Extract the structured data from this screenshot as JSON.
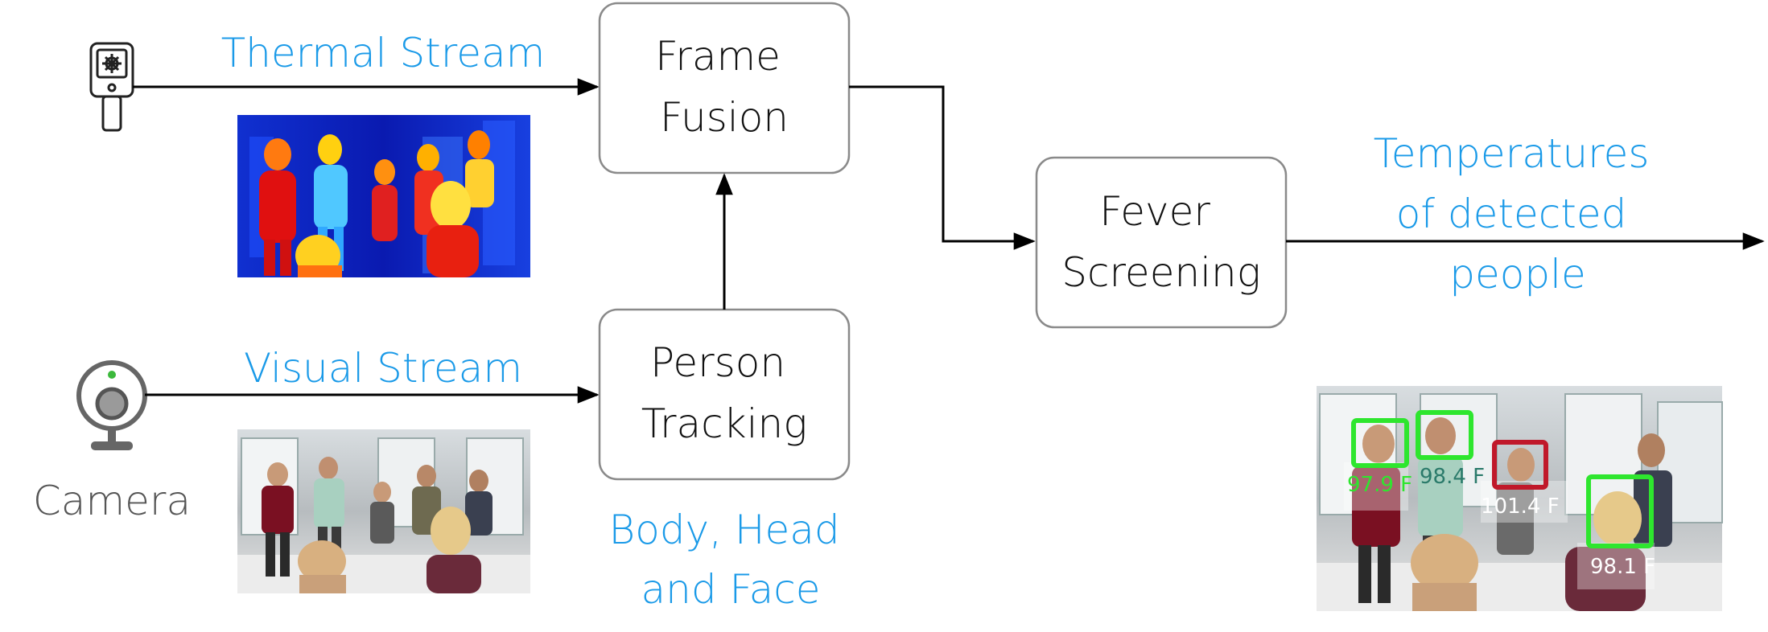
{
  "colors": {
    "accent_blue": "#1a9ae8",
    "box_stroke": "#8a8a8a",
    "arrow": "#000000",
    "gray_text": "#555555",
    "healthy_box": "#2ee62e",
    "fever_box": "#c0182a"
  },
  "diagram": {
    "nodes": {
      "frame_fusion": [
        "Frame",
        "Fusion"
      ],
      "person_tracking": [
        "Person",
        "Tracking"
      ],
      "fever_screening": [
        "Fever",
        "Screening"
      ]
    },
    "edges": {
      "thermal_stream": "Thermal Stream",
      "visual_stream": "Visual Stream",
      "tracking_outputs": [
        "Body, Head",
        "and Face"
      ],
      "output": [
        "Temperatures",
        "of detected",
        "people"
      ]
    },
    "sources": {
      "thermal_camera_icon": "thermal-camera-icon",
      "webcam_icon": "webcam-icon",
      "camera_label": "Camera"
    },
    "images": {
      "thermal_frame": "thermal-frame",
      "visual_frame": "visual-frame",
      "screening_result": "screening-result-frame"
    },
    "detections": [
      {
        "temp": "97.9 F",
        "status": "normal"
      },
      {
        "temp": "98.4 F",
        "status": "normal"
      },
      {
        "temp": "101.4 F",
        "status": "fever"
      },
      {
        "temp": "98.1 F",
        "status": "normal"
      }
    ]
  }
}
